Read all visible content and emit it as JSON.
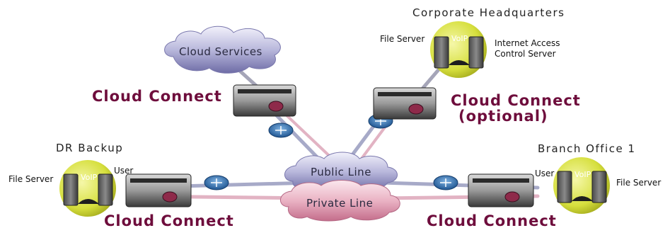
{
  "sites": {
    "corporate": {
      "title": "Corporate Headquarters",
      "left_label": "File Server",
      "right_label_1": "Internet Access",
      "right_label_2": "Control Server",
      "voip": "VoIP"
    },
    "dr": {
      "title": "DR Backup",
      "left_label": "File Server",
      "user_label": "User",
      "voip": "VoIP"
    },
    "branch": {
      "title": "Branch Office 1",
      "user_label": "User",
      "right_label": "File Server",
      "voip": "VoIP"
    }
  },
  "clouds": {
    "services": "Cloud Services",
    "public": "Public Line",
    "private": "Private Line"
  },
  "connectors": {
    "top_left": "Cloud Connect",
    "top_right_1": "Cloud Connect",
    "top_right_2": "(optional)",
    "bottom_left": "Cloud Connect",
    "bottom_right": "Cloud Connect"
  },
  "colors": {
    "brand": "#6e0d3c",
    "site_disc": "#d8e04a",
    "public_cloud": "#9d9bc8",
    "private_cloud": "#e6a3b7",
    "router": "#2f6fb0"
  }
}
